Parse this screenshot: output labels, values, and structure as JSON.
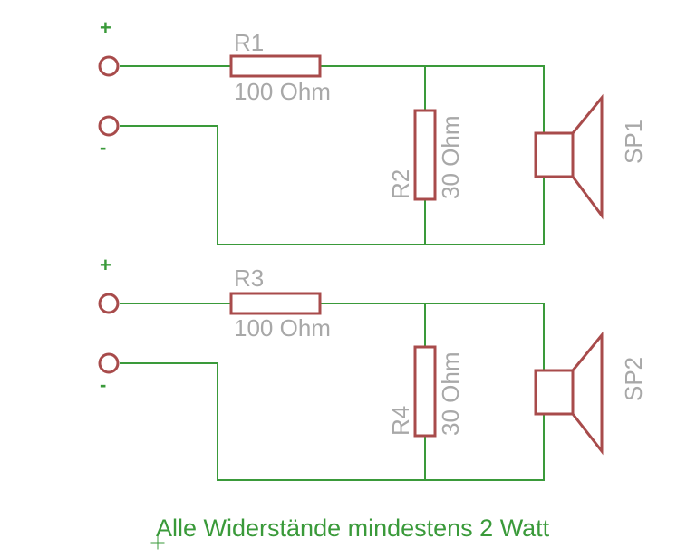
{
  "circuits": [
    {
      "plus_sign": "+",
      "minus_sign": "-",
      "series_resistor": {
        "name": "R1",
        "value": "100 Ohm"
      },
      "shunt_resistor": {
        "name": "R2",
        "value": "30 Ohm"
      },
      "speaker": {
        "name": "SP1"
      }
    },
    {
      "plus_sign": "+",
      "minus_sign": "-",
      "series_resistor": {
        "name": "R3",
        "value": "100 Ohm"
      },
      "shunt_resistor": {
        "name": "R4",
        "value": "30 Ohm"
      },
      "speaker": {
        "name": "SP2"
      }
    }
  ],
  "note": "Alle Widerstände mindestens 2 Watt",
  "colors": {
    "wire": "#3a9a3a",
    "component": "#a84b4b",
    "label": "#a8a8a8"
  }
}
